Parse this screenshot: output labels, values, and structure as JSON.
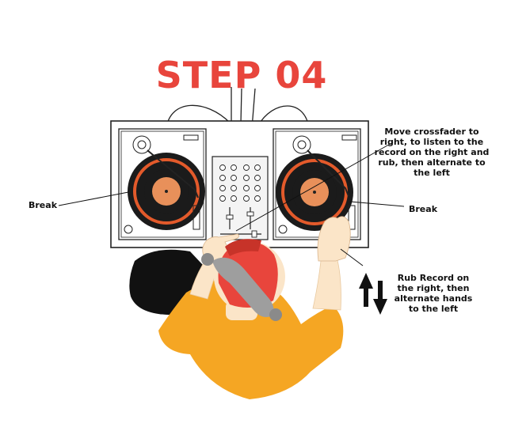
{
  "title": {
    "text": "STEP 04",
    "color": "#e8453c"
  },
  "labels": {
    "crossfader": "Move crossfader to right, to listen to the record on the right and rub, then alternate to the left",
    "break_left": "Break",
    "break_right": "Break",
    "rub": "Rub Record on the right, then alternate hands to the left"
  },
  "colors": {
    "record_ring": "#e35a2b",
    "record_label": "#e8905a",
    "cap": "#e8453c",
    "headphones": "#9e9e9e",
    "shirt": "#f5a623",
    "skin": "#fbe5c8",
    "hair": "#111111"
  },
  "icons": {
    "arrows": "up-down-arrows-icon"
  }
}
